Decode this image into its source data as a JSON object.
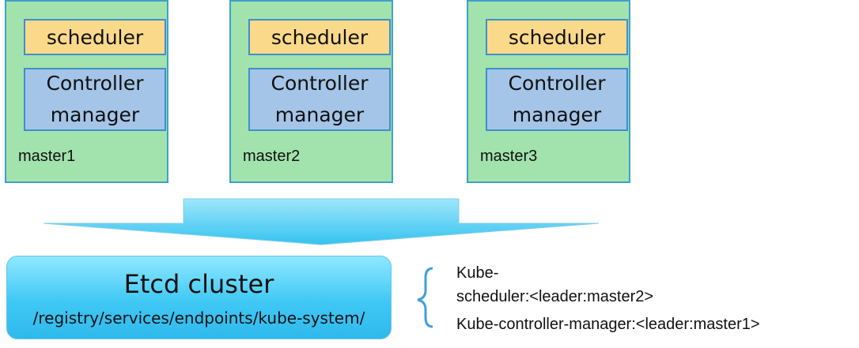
{
  "masters": [
    {
      "scheduler": "scheduler",
      "controller_line1": "Controller",
      "controller_line2": "manager",
      "name": "master1"
    },
    {
      "scheduler": "scheduler",
      "controller_line1": "Controller",
      "controller_line2": "manager",
      "name": "master2"
    },
    {
      "scheduler": "scheduler",
      "controller_line1": "Controller",
      "controller_line2": "manager",
      "name": "master3"
    }
  ],
  "etcd": {
    "title": "Etcd cluster",
    "path": "/registry/services/endpoints/kube-system/"
  },
  "leaders": {
    "line1": "Kube-",
    "line2": "scheduler:<leader:master2>",
    "line3": "Kube-controller-manager:<leader:master1>"
  },
  "colors": {
    "master_fill": "#a2e2ad",
    "scheduler_fill": "#fbd98a",
    "controller_fill": "#a4c5e8",
    "etcd_fill": "#40c8f5",
    "border": "#3f8fcc"
  }
}
